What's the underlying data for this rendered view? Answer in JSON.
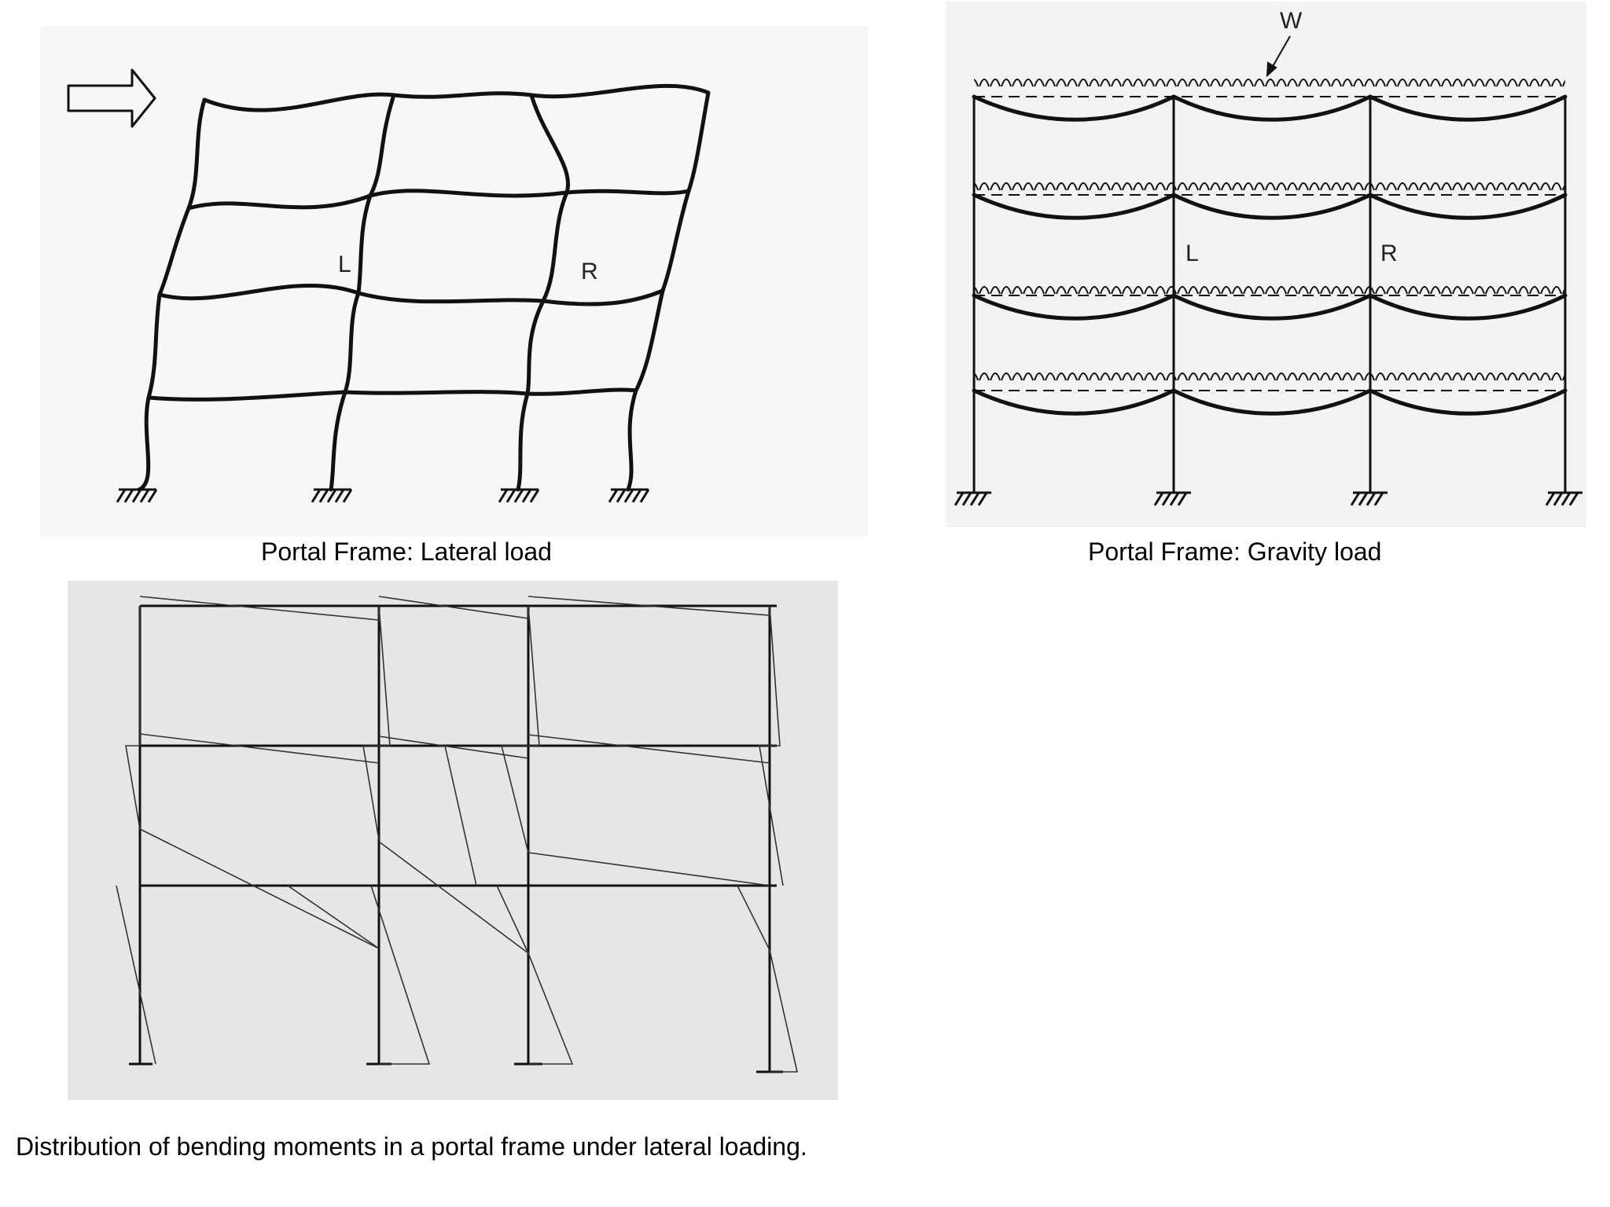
{
  "captions": {
    "lateral": "Portal Frame: Lateral load",
    "gravity": "Portal Frame: Gravity load",
    "moments": "Distribution of bending moments in a portal frame under lateral loading."
  },
  "labels": {
    "left_joint": "L",
    "right_joint": "R",
    "load": "W"
  },
  "icons": [
    "load-arrow-icon",
    "fixed-support-icon",
    "distributed-load-icon"
  ],
  "colors": {
    "line": "#111111",
    "moment_line": "#333333"
  }
}
